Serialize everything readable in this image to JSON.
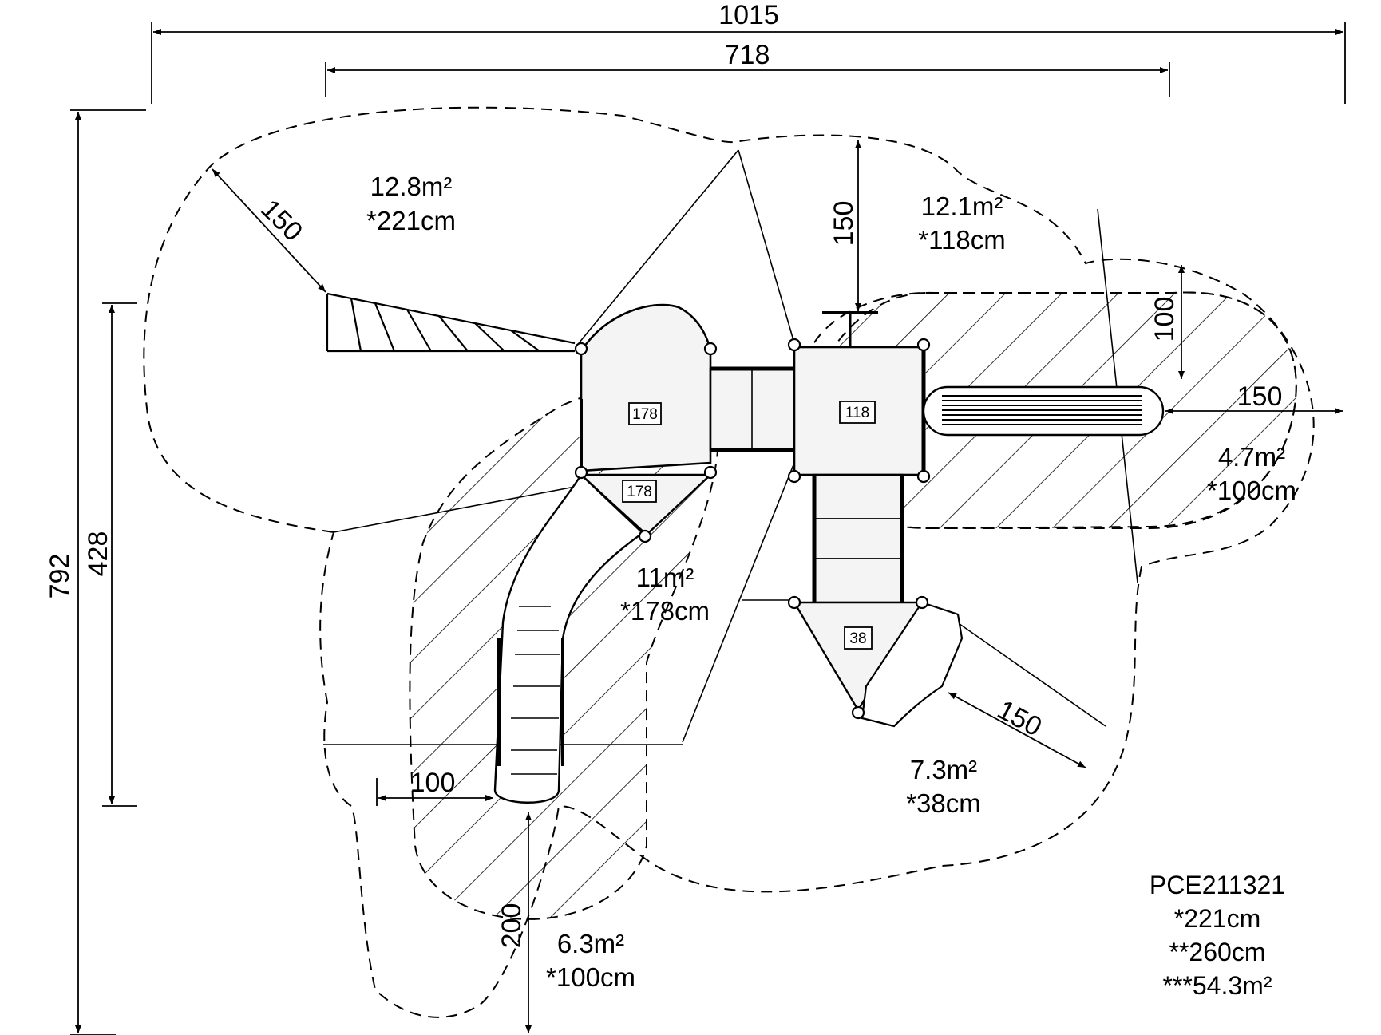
{
  "dimensions": {
    "overall_width": "1015",
    "inner_width": "718",
    "overall_height": "792",
    "inner_height": "428",
    "clearance_top": "150",
    "clearance_left_diag": "150",
    "clearance_right_h": "150",
    "clearance_right_v": "100",
    "clearance_lower_right": "150",
    "clearance_bottom_h": "100",
    "clearance_bottom_v": "200"
  },
  "zones": [
    {
      "area": "12.8m²",
      "height": "*221cm"
    },
    {
      "area": "12.1m²",
      "height": "*118cm"
    },
    {
      "area": "4.7m²",
      "height": "*100cm"
    },
    {
      "area": "11m²",
      "height": "*178cm"
    },
    {
      "area": "7.3m²",
      "height": "*38cm"
    },
    {
      "area": "6.3m²",
      "height": "*100cm"
    }
  ],
  "platform_tags": [
    "178",
    "178",
    "118",
    "38"
  ],
  "product": {
    "code": "PCE211321",
    "fall_height": "*221cm",
    "max_height": "**260cm",
    "safety_area": "***54.3m²"
  }
}
